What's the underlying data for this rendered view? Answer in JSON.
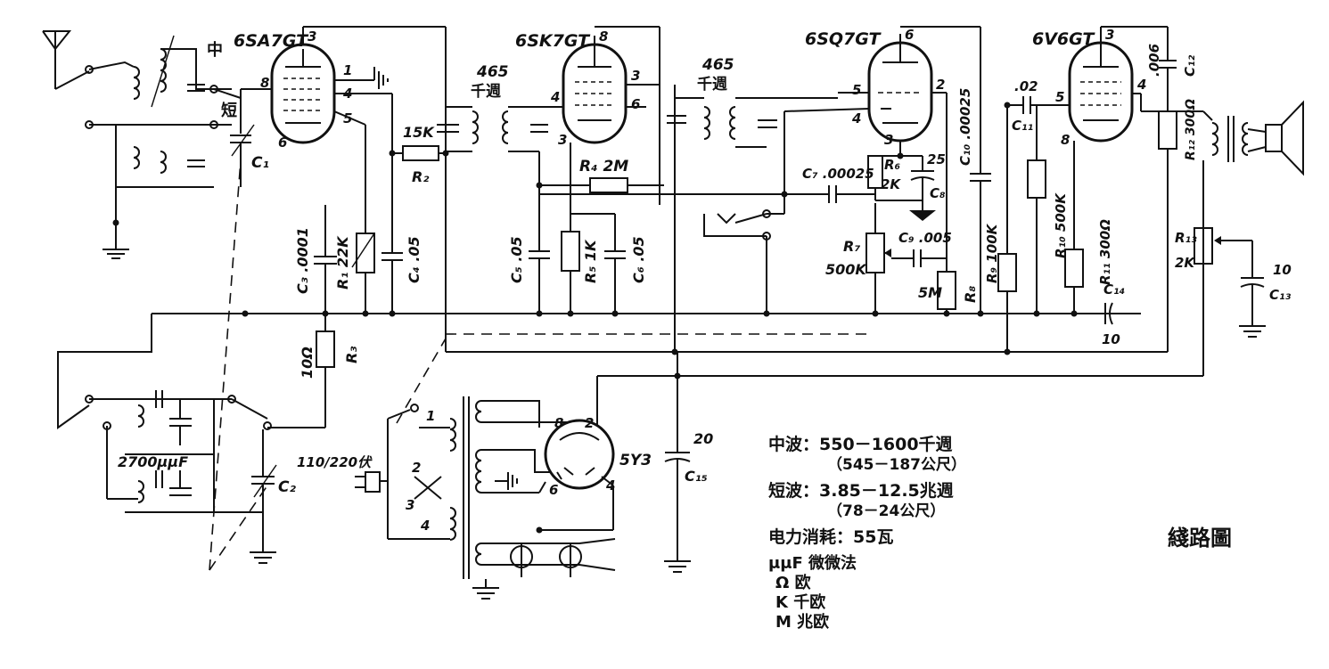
{
  "tubes": {
    "converter": "6SA7GT",
    "if_amp": "6SK7GT",
    "detector": "6SQ7GT",
    "output": "6V6GT",
    "rectifier": "5Y3"
  },
  "pins": {
    "p1": "1",
    "p2": "2",
    "p3": "3",
    "p4": "4",
    "p5": "5",
    "p6": "6",
    "p8": "8"
  },
  "if_transformers": {
    "freq": "465",
    "unit": "千週"
  },
  "band_switch": {
    "medium": "中",
    "short": "短"
  },
  "components": {
    "R1": "R₁ 22K",
    "R2": "R₂",
    "R2_value": "15K",
    "R3": "R₃",
    "R3_value": "10Ω",
    "R4": "R₄ 2M",
    "R5": "R₅ 1K",
    "R6": "R₆",
    "R6_value": "2K",
    "R7": "R₇",
    "R7_value": "500K",
    "R8": "R₈",
    "R8_value": "5M",
    "R9": "R₉ 100K",
    "R10": "R₁₀ 500K",
    "R11": "R₁₁ 300Ω",
    "R12": "R₁₂ 300Ω",
    "R13": "R₁₃",
    "R13_value": "2K",
    "C1": "C₁",
    "C2": "C₂",
    "C3": "C₃ .0001",
    "C4": "C₄ .05",
    "C5": "C₅ .05",
    "C6": "C₆ .05",
    "C7": "C₇ .00025",
    "C8": "C₈",
    "C8_value": "25",
    "C9": "C₉ .005",
    "C10": "C₁₀ .00025",
    "C11": "C₁₁",
    "C11_value": ".02",
    "C12": "C₁₂",
    "C12_value": ".006",
    "C13": "C₁₃",
    "C13_value": "10",
    "C14": "C₁₄",
    "C14_value": "10",
    "C15": "C₁₅",
    "C15_value": "20",
    "osc_cap": "2700μμF",
    "mains": "110/220伏"
  },
  "legend": {
    "line1": "中波：550－1600千週",
    "line2": "（545－187公尺）",
    "line3": "短波：3.85－12.5兆週",
    "line4": "（78－24公尺）",
    "line5": "电力消耗：55瓦",
    "line6": "μμF 微微法",
    "line7": "Ω 欧",
    "line8": "K 千欧",
    "line9": "M 兆欧"
  },
  "caption": "綫路圖"
}
